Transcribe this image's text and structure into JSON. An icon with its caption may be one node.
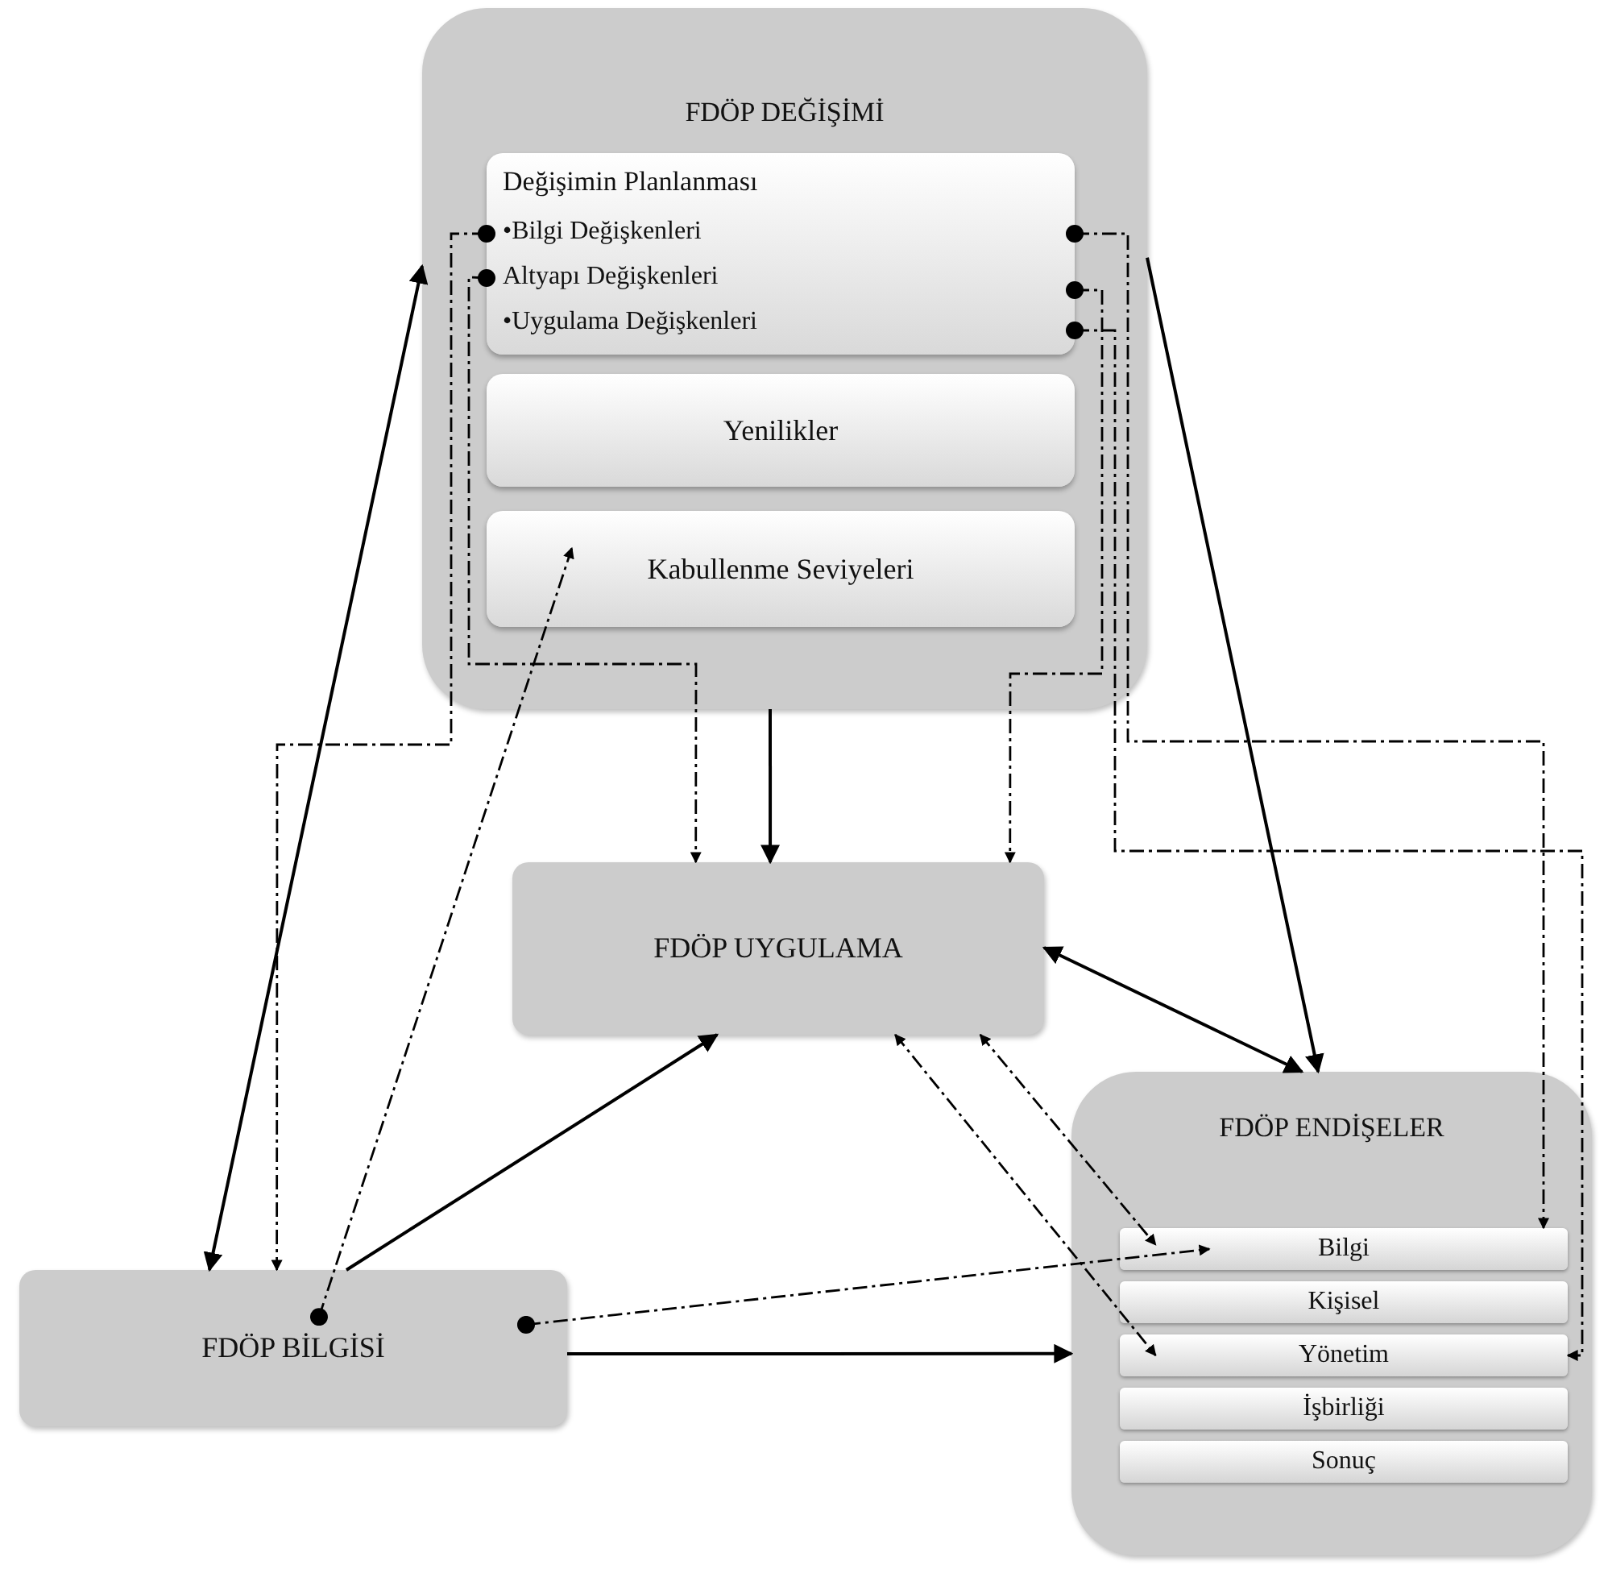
{
  "diagram": {
    "nodes": [
      {
        "text": [
          "FDÖP DEĞİŞİMİ"
        ]
      },
      {
        "text": [
          "Değişimin Planlanması",
          "•Bilgi Değişkenleri",
          "Altyapı Değişkenleri",
          "•Uygulama Değişkenleri"
        ],
        "in": 0
      },
      {
        "text": [
          "Yenilikler"
        ],
        "in": 0
      },
      {
        "text": [
          "Kabullenme Seviyeleri"
        ],
        "in": 0
      },
      {
        "text": [
          "FDÖP UYGULAMA"
        ]
      },
      {
        "text": [
          "FDÖP BİLGİSİ"
        ]
      },
      {
        "text": [
          "FDÖP ENDİŞELER"
        ]
      },
      {
        "text": [
          "Bilgi"
        ],
        "in": 6
      },
      {
        "text": [
          "Kişisel"
        ],
        "in": 6
      },
      {
        "text": [
          "Yönetim"
        ],
        "in": 6
      },
      {
        "text": [
          "İşbirliği"
        ],
        "in": 6
      },
      {
        "text": [
          "Sonuç"
        ],
        "in": 6
      }
    ],
    "edges": [
      {
        "from": 5,
        "to": 0,
        "arrow": "both"
      },
      {
        "from": 0,
        "to": 4,
        "arrow": "to"
      },
      {
        "from": 0,
        "to": 6,
        "arrow": "to"
      },
      {
        "from": 4,
        "to": 6,
        "arrow": "both"
      },
      {
        "from": 5,
        "to": 4,
        "arrow": "to"
      },
      {
        "from": 5,
        "to": 6,
        "arrow": "to"
      },
      {
        "from": 1,
        "to": 5,
        "arrow": "to",
        "style": "dashed"
      },
      {
        "from": 1,
        "to": 4,
        "arrow": "to",
        "style": "dashed"
      },
      {
        "from": 1,
        "to": 7,
        "arrow": "to",
        "style": "dashed"
      },
      {
        "from": 1,
        "to": 4,
        "arrow": "to",
        "style": "dashed"
      },
      {
        "from": 1,
        "to": 9,
        "arrow": "to",
        "style": "dashed"
      },
      {
        "from": 5,
        "to": 3,
        "arrow": "to",
        "style": "dashed"
      },
      {
        "from": 5,
        "to": 7,
        "arrow": "to",
        "style": "dashed"
      },
      {
        "from": 4,
        "to": 7,
        "arrow": "both",
        "style": "dashed"
      },
      {
        "from": 4,
        "to": 9,
        "arrow": "both",
        "style": "dashed"
      }
    ]
  }
}
